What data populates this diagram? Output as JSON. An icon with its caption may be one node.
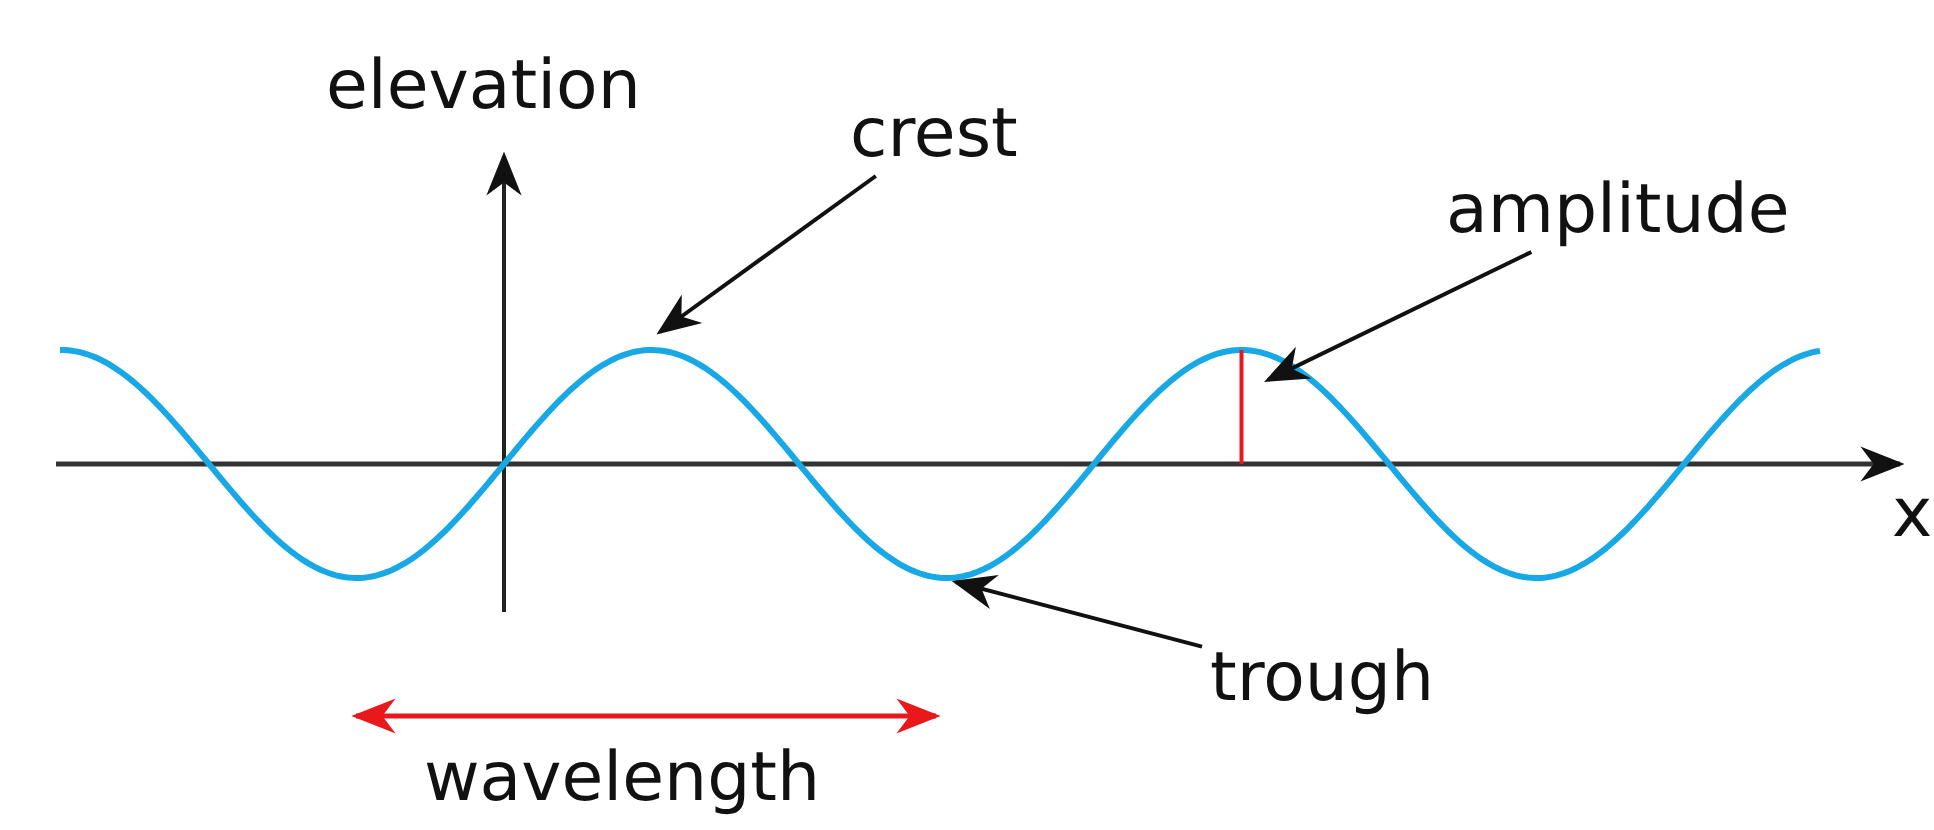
{
  "diagram": {
    "nodes": [
      {
        "text": [
          "crest"
        ]
      },
      {
        "text": [
          "amplitude"
        ]
      },
      {
        "text": [
          "trough"
        ]
      }
    ],
    "edges": [
      {
        "from": 0,
        "to": null,
        "arrow": "to"
      },
      {
        "from": 1,
        "to": null,
        "arrow": "to"
      },
      {
        "from": 2,
        "to": null,
        "arrow": "to"
      }
    ],
    "labels": [
      "elevation",
      "x",
      "wavelength"
    ]
  }
}
